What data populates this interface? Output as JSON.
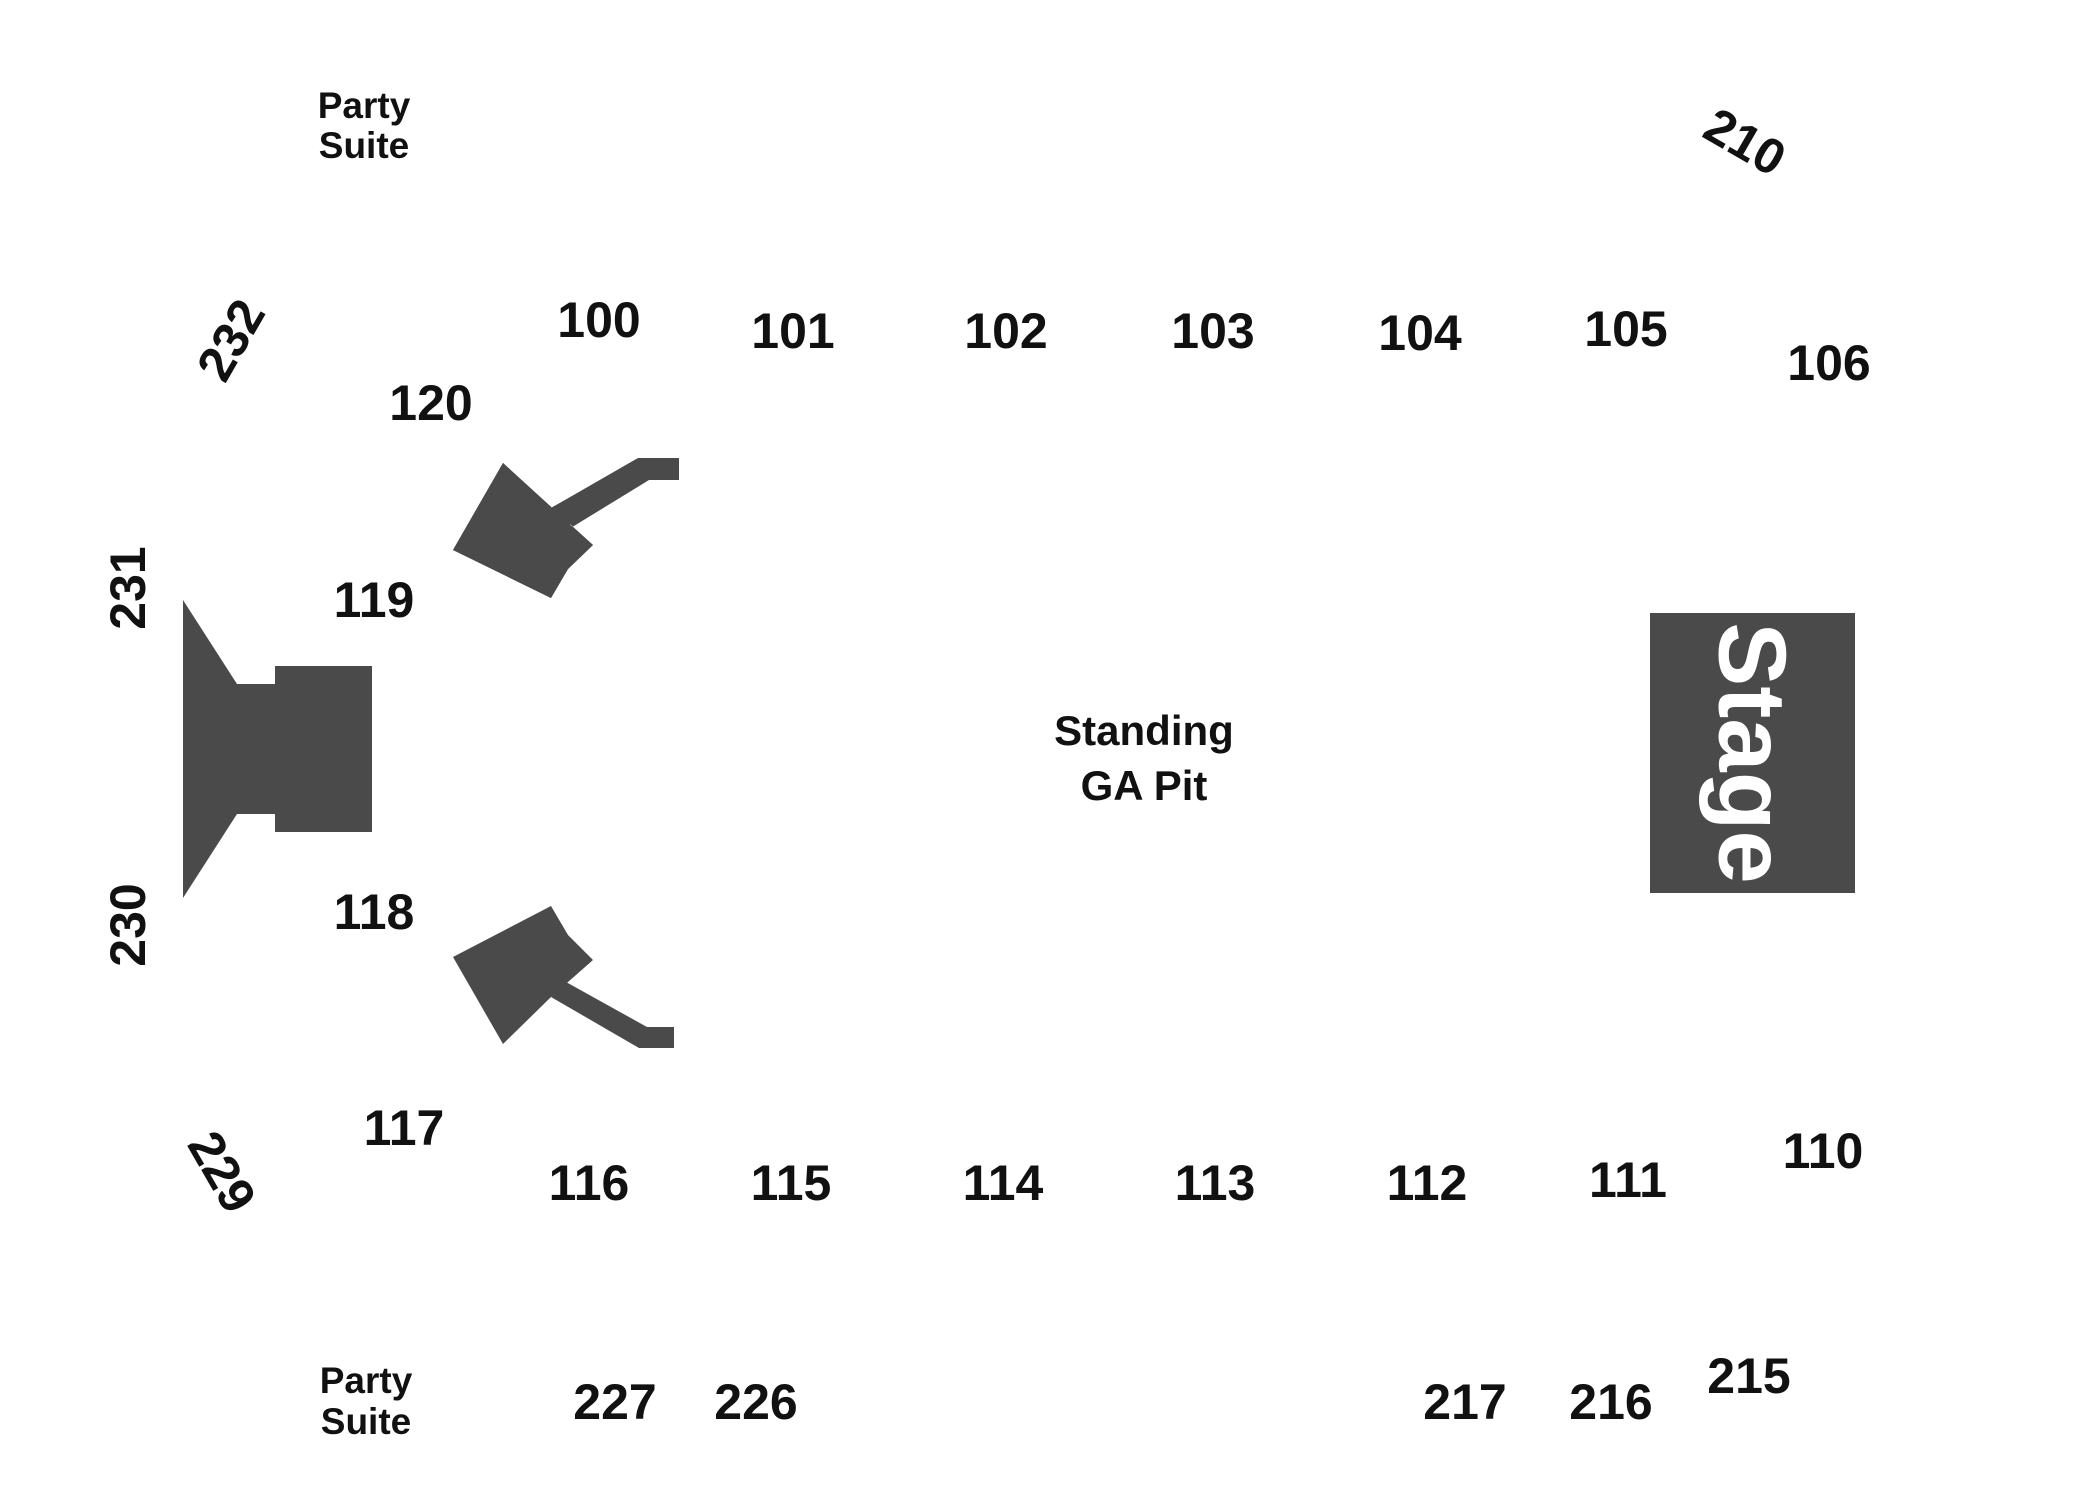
{
  "colors": {
    "shape": "#4a4a4a",
    "text": "#111111",
    "stage_text": "#ffffff",
    "background": "#ffffff"
  },
  "floor": {
    "pit_line1": "Standing",
    "pit_line2": "GA Pit"
  },
  "stage": {
    "label": "Stage"
  },
  "party_suites": {
    "top_line1": "Party",
    "top_line2": "Suite",
    "bottom_line1": "Party",
    "bottom_line2": "Suite"
  },
  "lower_sections": {
    "s100": "100",
    "s101": "101",
    "s102": "102",
    "s103": "103",
    "s104": "104",
    "s105": "105",
    "s106": "106",
    "s110": "110",
    "s111": "111",
    "s112": "112",
    "s113": "113",
    "s114": "114",
    "s115": "115",
    "s116": "116",
    "s117": "117",
    "s118": "118",
    "s119": "119",
    "s120": "120"
  },
  "upper_sections": {
    "s210": "210",
    "s215": "215",
    "s216": "216",
    "s217": "217",
    "s226": "226",
    "s227": "227",
    "s229": "229",
    "s230": "230",
    "s231": "231",
    "s232": "232"
  }
}
